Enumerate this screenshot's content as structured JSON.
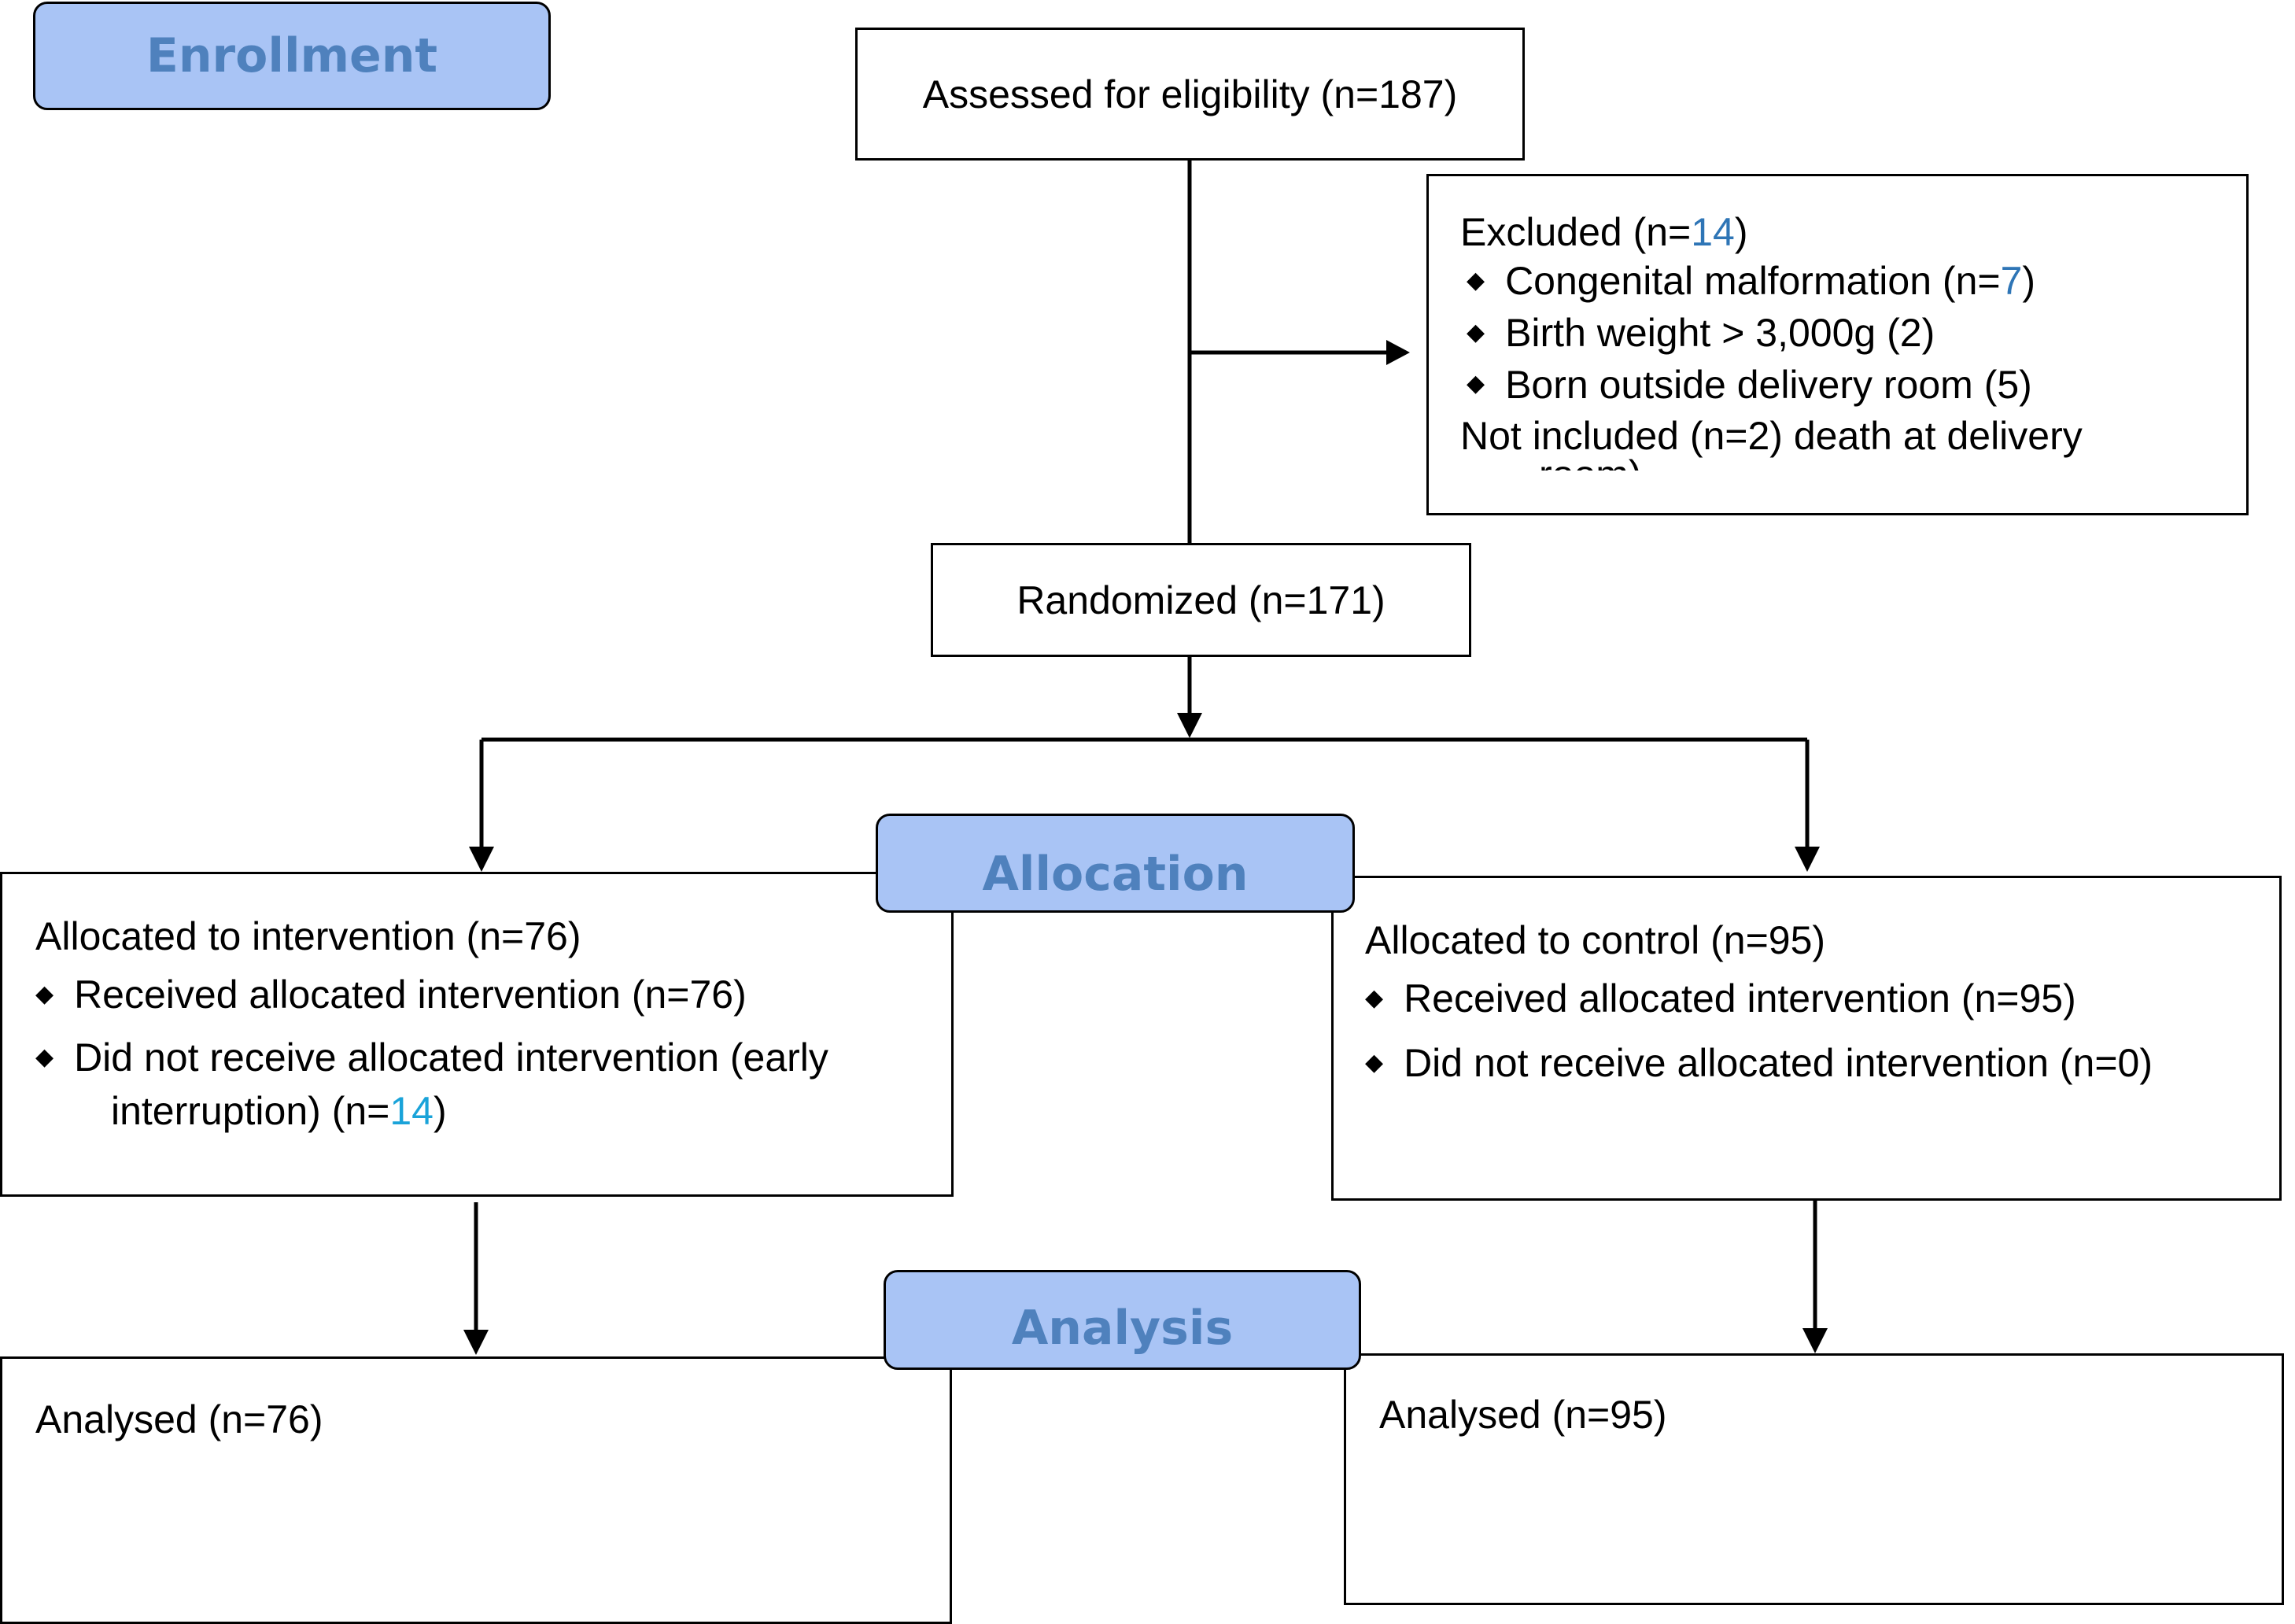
{
  "stages": {
    "enrollment": "Enrollment",
    "allocation": "Allocation",
    "analysis": "Analysis"
  },
  "assessed": {
    "label": "Assessed for eligibility (n=187)"
  },
  "excluded": {
    "title_prefix": "Excluded  (n=",
    "title_count": "14",
    "title_suffix": ")",
    "items": [
      {
        "prefix": "Congenital malformation (n=",
        "count": "7",
        "suffix": ")"
      },
      {
        "text": "Birth weight > 3,000g (2)"
      },
      {
        "text": "Born outside delivery room (5)"
      }
    ],
    "note_line1": "Not included (n=2) death at delivery",
    "note_line2": "room)",
    "bullet": "◆"
  },
  "randomized": {
    "label": "Randomized (n=171)"
  },
  "intervention": {
    "title": "Allocated to intervention (n=76)",
    "item1": "Received allocated intervention (n=76)",
    "item2_line1": "Did not receive allocated intervention (early",
    "item2_line2_prefix": "interruption) (n=",
    "item2_line2_count": "14",
    "item2_line2_suffix": ")"
  },
  "control": {
    "title": "Allocated to control (n=95)",
    "item1": "Received allocated intervention (n=95)",
    "item2": "Did not receive allocated intervention (n=0)"
  },
  "analysed_intervention": {
    "label": "Analysed  (n=76)"
  },
  "analysed_control": {
    "label": "Analysed  (n=95)"
  },
  "colors": {
    "stage_fill": "#a9c4f5",
    "stage_text": "#4f81bd",
    "highlight": "#2e75b6",
    "highlight_alt": "#1aa3d9"
  }
}
